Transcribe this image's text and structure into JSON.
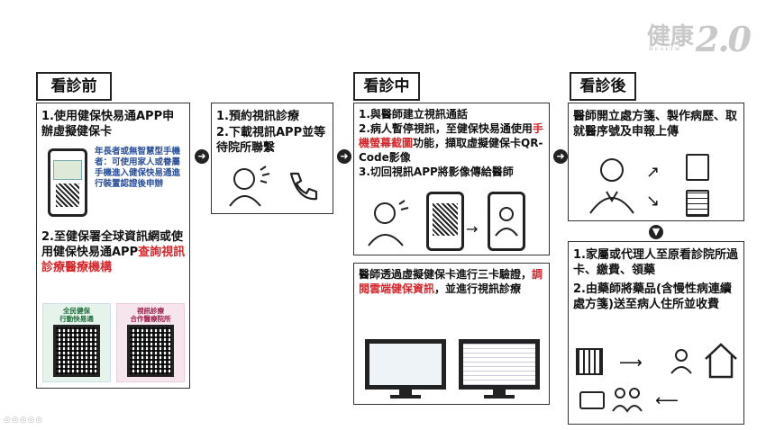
{
  "watermark": {
    "logo_cn": "健康",
    "logo_num": "2.0",
    "logo_sub": "HEALTH"
  },
  "stage_before": {
    "title": "看診前",
    "step1": "1.使用健保快易通APP申辦虛擬健保卡",
    "note": "年長者或無智慧型手機者：可使用家人或眷屬手機進入健保快易通進行裝置認證後申辦",
    "step2_prefix": "2.至健保署全球資訊網或使用健保快易通APP",
    "step2_red": "查詢視訊診療醫療機構",
    "qr1_label": "全民健保\n行動快易通",
    "qr2_label": "視訊診療\n合作醫療院所"
  },
  "stage_prep": {
    "step1": "1.預約視訊診療",
    "step2": "2.下載視訊APP並等待院所聯繫"
  },
  "stage_during": {
    "title": "看診中",
    "step1": "1.與醫師建立視訊通話",
    "step2_prefix": "2.病人暫停視訊，至健保快易通使用",
    "step2_red": "手機螢幕截圖",
    "step2_suffix": "功能，擷取虛擬健保卡QR-Code影像",
    "step3": "3.切回視訊APP將影像傳給醫師",
    "verify_prefix": "醫師透過虛擬健保卡進行三卡驗證，",
    "verify_red": "調閱雲端健保資訊",
    "verify_suffix": "，並進行視訊診療"
  },
  "stage_after": {
    "title": "看診後",
    "doctor_text": "醫師開立處方箋、製作病歷、取就醫序號及申報上傳",
    "step1": "1.家屬或代理人至原看診院所過卡、繳費、領藥",
    "step2": "2.由藥師將藥品(含慢性病連續處方箋)送至病人住所並收費"
  },
  "icons": {
    "arrow": "arrow-right-circle-icon",
    "arrow_down": "arrow-down-circle-icon"
  }
}
